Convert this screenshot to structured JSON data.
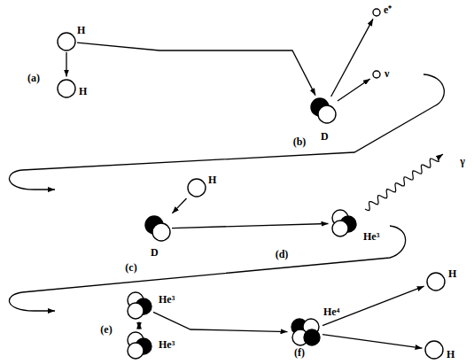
{
  "diagram": {
    "nodes": [
      {
        "text": [
          "H"
        ]
      },
      {
        "text": [
          "H"
        ]
      },
      {
        "text": [
          "D"
        ]
      },
      {
        "text": [
          "e⁺"
        ]
      },
      {
        "text": [
          "ν"
        ]
      },
      {
        "text": [
          "H"
        ]
      },
      {
        "text": [
          "D"
        ]
      },
      {
        "text": [
          "He³"
        ]
      },
      {
        "text": [
          "He³"
        ]
      },
      {
        "text": [
          "He³"
        ]
      },
      {
        "text": [
          "He⁴"
        ]
      },
      {
        "text": [
          "H"
        ]
      },
      {
        "text": [
          "H"
        ]
      }
    ],
    "edges": [
      {
        "from": 0,
        "to": 1,
        "arrow": "to"
      },
      {
        "from": 0,
        "to": 2,
        "arrow": "to"
      },
      {
        "from": 2,
        "to": 3,
        "arrow": "to"
      },
      {
        "from": 2,
        "to": 4,
        "arrow": "to"
      },
      {
        "from": 5,
        "to": 6,
        "arrow": "to"
      },
      {
        "from": 6,
        "to": 7,
        "arrow": "to"
      },
      {
        "from": 8,
        "to": 9,
        "arrow": "both"
      },
      {
        "from": 8,
        "to": 10,
        "arrow": "to"
      },
      {
        "from": 10,
        "to": 11,
        "arrow": "to"
      },
      {
        "from": 10,
        "to": 12,
        "arrow": "to"
      }
    ],
    "labels": [
      "(a)",
      "(b)",
      "(c)",
      "(d)",
      "γ",
      "(e)",
      "(f)"
    ]
  }
}
